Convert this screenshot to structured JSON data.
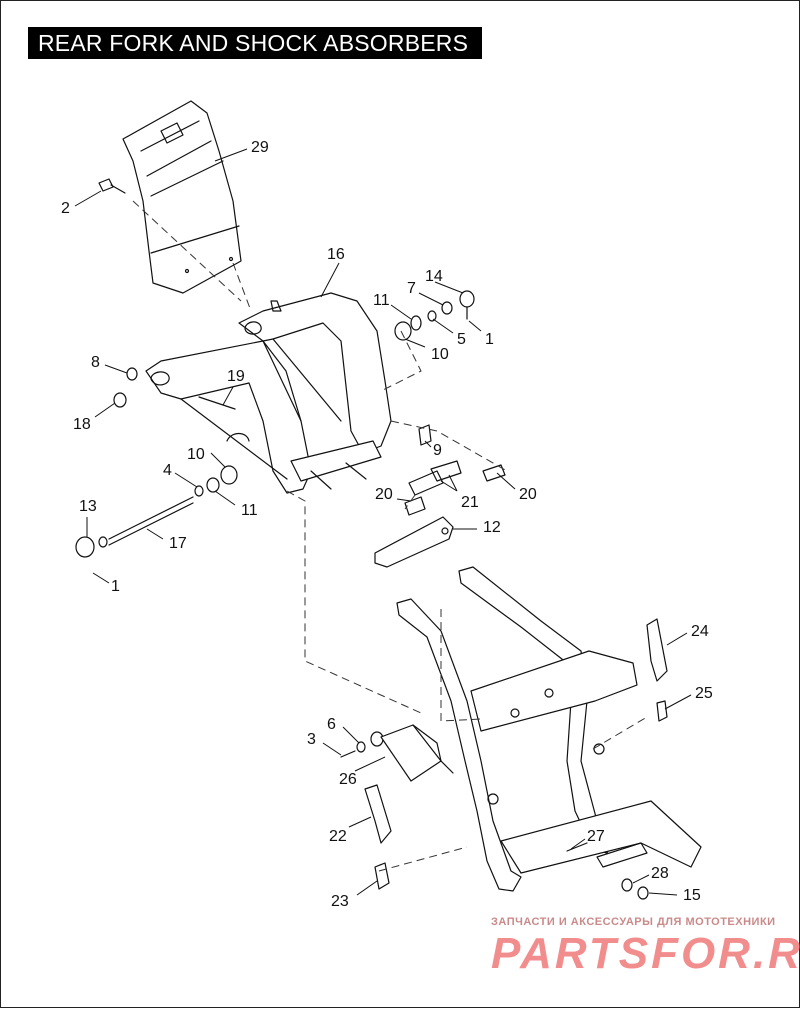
{
  "title": "REAR FORK AND SHOCK ABSORBERS",
  "callouts": {
    "c29": "29",
    "c2": "2",
    "c16": "16",
    "c14": "14",
    "c7": "7",
    "c11a": "11",
    "c5": "5",
    "c1a": "1",
    "c10a": "10",
    "c8": "8",
    "c19": "19",
    "c18": "18",
    "c9": "9",
    "c10b": "10",
    "c4": "4",
    "c11b": "11",
    "c20a": "20",
    "c21": "21",
    "c20b": "20",
    "c13": "13",
    "c12": "12",
    "c17": "17",
    "c1b": "1",
    "c24": "24",
    "c25": "25",
    "c3": "3",
    "c6": "6",
    "c26": "26",
    "c27": "27",
    "c22": "22",
    "c28": "28",
    "c15": "15",
    "c23": "23"
  },
  "watermark": {
    "caption": "ЗАПЧАСТИ И АКСЕССУАРЫ ДЛЯ МОТОТЕХНИКИ",
    "logo": "PARTSFOR.RU"
  }
}
